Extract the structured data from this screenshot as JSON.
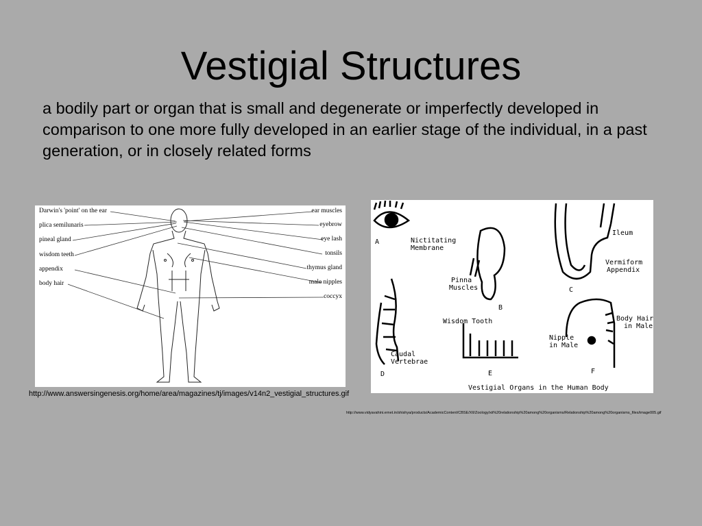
{
  "slide": {
    "title": "Vestigial Structures",
    "definition": "a bodily part or organ that is small and degenerate or imperfectly developed in comparison to one more fully developed in an earlier stage of the individual, in a past generation, or in closely related forms"
  },
  "figure1": {
    "labels_left": [
      "Darwin's 'point' on the ear",
      "plica semilunaris",
      "pineal gland",
      "wisdom teeth",
      "appendix",
      "body hair"
    ],
    "labels_right": [
      "ear muscles",
      "eyebrow",
      "eye lash",
      "tonsils",
      "thymus gland",
      "male nipples",
      "coccyx"
    ],
    "source": "http://www.answersingenesis.org/home/area/magazines/tj/images/v14n2_vestigial_structures.gif"
  },
  "figure2": {
    "panel_a": {
      "letter": "A",
      "label_line1": "Nictitating",
      "label_line2": "Membrane"
    },
    "panel_b": {
      "letter": "B",
      "label_line1": "Pinna",
      "label_line2": "Muscles"
    },
    "panel_c": {
      "letter": "C",
      "label1": "Ileum",
      "label2_line1": "Vermiform",
      "label2_line2": "Appendix"
    },
    "panel_d": {
      "letter": "D",
      "label_line1": "Caudal",
      "label_line2": "Vertebrae"
    },
    "panel_e": {
      "letter": "E",
      "label": "Wisdom Tooth"
    },
    "panel_f": {
      "letter": "F",
      "label1_line1": "Nipple",
      "label1_line2": "in Male",
      "label2_line1": "Body Hair",
      "label2_line2": "in Male"
    },
    "caption": "Vestigial Organs in the Human Body",
    "source": "http://www.vidyavahini.ernet.in/shishya/products/AcademicContent/CBSE/XII/Zoology/xii%20relationship%20among%20organisms/Relationship%20among%20organisms_files/image005.gif"
  }
}
